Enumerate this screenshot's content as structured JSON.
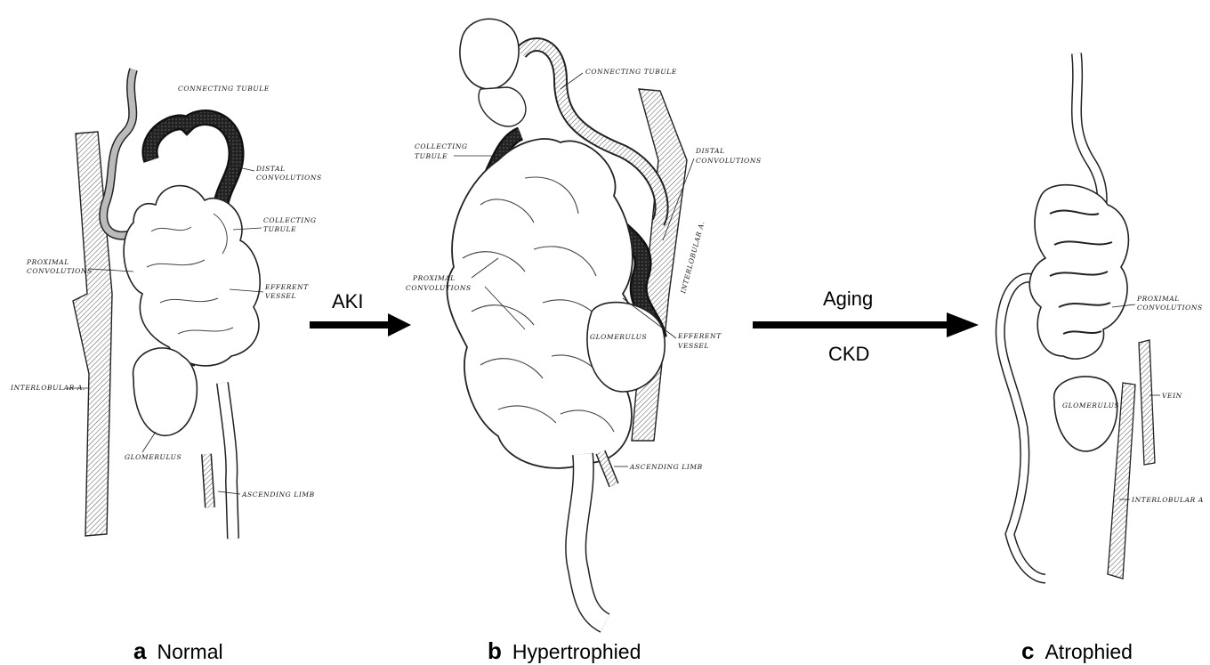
{
  "panels": [
    {
      "letter": "a",
      "title": "Normal",
      "labels": {
        "connecting": "CONNECTING TUBULE",
        "distal1": "DISTAL",
        "distal2": "CONVOLUTIONS",
        "collecting1": "COLLECTING",
        "collecting2": "TUBULE",
        "proximal1": "PROXIMAL",
        "proximal2": "CONVOLUTIONS",
        "efferent1": "EFFERENT",
        "efferent2": "VESSEL",
        "interlobular": "INTERLOBULAR A.",
        "glomerulus": "GLOMERULUS",
        "ascending": "ASCENDING LIMB"
      }
    },
    {
      "letter": "b",
      "title": "Hypertrophied",
      "labels": {
        "connecting": "CONNECTING TUBULE",
        "collecting1": "COLLECTING",
        "collecting2": "TUBULE",
        "distal1": "DISTAL",
        "distal2": "CONVOLUTIONS",
        "interlobular": "INTERLOBULAR A.",
        "proximal1": "PROXIMAL",
        "proximal2": "CONVOLUTIONS",
        "glomerulus": "GLOMERULUS",
        "efferent1": "EFFERENT",
        "efferent2": "VESSEL",
        "ascending": "ASCENDING LIMB"
      }
    },
    {
      "letter": "c",
      "title": "Atrophied",
      "labels": {
        "proximal1": "PROXIMAL",
        "proximal2": "CONVOLUTIONS",
        "vein": "VEIN",
        "glomerulus": "GLOMERULUS",
        "interlobular": "INTERLOBULAR A"
      }
    }
  ],
  "arrows": [
    {
      "above": "AKI",
      "below": ""
    },
    {
      "above": "Aging",
      "below": "CKD"
    }
  ]
}
